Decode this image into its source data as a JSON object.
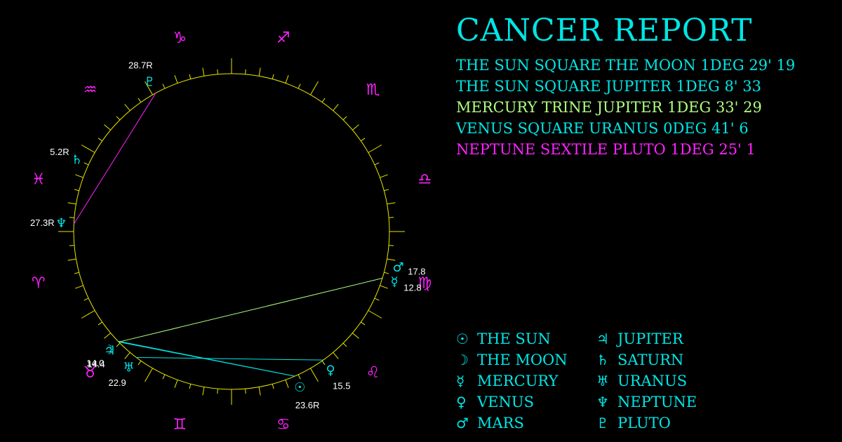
{
  "title": "CANCER REPORT",
  "colors": {
    "background": "#000000",
    "circle": "#e6e600",
    "sign_glyph": "#ff22ff",
    "planet_glyph": "#00e6e6",
    "label": "#ffffff",
    "aspect_square": "#00e6e6",
    "aspect_trine": "#b0ff80",
    "aspect_sextile": "#ff22ff"
  },
  "aspects": [
    {
      "text": "THE SUN SQUARE THE MOON 1DEG 29' 19",
      "color": "#00e6e6"
    },
    {
      "text": "THE SUN SQUARE JUPITER 1DEG 8' 33",
      "color": "#00e6e6"
    },
    {
      "text": "MERCURY TRINE JUPITER 1DEG 33' 29",
      "color": "#b0ff80"
    },
    {
      "text": "VENUS SQUARE URANUS 0DEG 41' 6",
      "color": "#00e6e6"
    },
    {
      "text": "NEPTUNE SEXTILE PLUTO 1DEG 25' 1",
      "color": "#ff22ff"
    }
  ],
  "legend_left": [
    {
      "glyph": "☉",
      "icon": "sun-icon",
      "label": "THE SUN"
    },
    {
      "glyph": "☽",
      "icon": "moon-icon",
      "label": "THE MOON"
    },
    {
      "glyph": "☿",
      "icon": "mercury-icon",
      "label": "MERCURY"
    },
    {
      "glyph": "♀",
      "icon": "venus-icon",
      "label": "VENUS"
    },
    {
      "glyph": "♂",
      "icon": "mars-icon",
      "label": "MARS"
    }
  ],
  "legend_right": [
    {
      "glyph": "♃",
      "icon": "jupiter-icon",
      "label": "JUPITER"
    },
    {
      "glyph": "♄",
      "icon": "saturn-icon",
      "label": "SATURN"
    },
    {
      "glyph": "♅",
      "icon": "uranus-icon",
      "label": "URANUS"
    },
    {
      "glyph": "♆",
      "icon": "neptune-icon",
      "label": "NEPTUNE"
    },
    {
      "glyph": "♇",
      "icon": "pluto-icon",
      "label": "PLUTO"
    }
  ],
  "wheel": {
    "signs": [
      {
        "glyph": "♈",
        "name": "aries",
        "start": 0
      },
      {
        "glyph": "♉",
        "name": "taurus",
        "start": 30
      },
      {
        "glyph": "♊",
        "name": "gemini",
        "start": 60
      },
      {
        "glyph": "♋",
        "name": "cancer",
        "start": 90
      },
      {
        "glyph": "♌",
        "name": "leo",
        "start": 120
      },
      {
        "glyph": "♍",
        "name": "virgo",
        "start": 150
      },
      {
        "glyph": "♎",
        "name": "libra",
        "start": 180
      },
      {
        "glyph": "♏",
        "name": "scorpio",
        "start": 210
      },
      {
        "glyph": "♐",
        "name": "sagittarius",
        "start": 240
      },
      {
        "glyph": "♑",
        "name": "capricorn",
        "start": 270
      },
      {
        "glyph": "♒",
        "name": "aquarius",
        "start": 300
      },
      {
        "glyph": "♓",
        "name": "pisces",
        "start": 330
      }
    ],
    "planets": [
      {
        "key": "sun",
        "glyph": "☉",
        "longitude": 113.6,
        "label": "23.6R"
      },
      {
        "key": "moon",
        "glyph": "☽",
        "longitude": 44.0,
        "label": "14.0"
      },
      {
        "key": "mercury",
        "glyph": "☿",
        "longitude": 162.8,
        "label": "12.8"
      },
      {
        "key": "venus",
        "glyph": "♀",
        "longitude": 125.5,
        "label": "15.5"
      },
      {
        "key": "mars",
        "glyph": "♂",
        "longitude": 167.8,
        "label": "17.8"
      },
      {
        "key": "jupiter",
        "glyph": "♃",
        "longitude": 44.4,
        "label": "14.4"
      },
      {
        "key": "saturn",
        "glyph": "♄",
        "longitude": 335.2,
        "label": "5.2R"
      },
      {
        "key": "uranus",
        "glyph": "♅",
        "longitude": 52.9,
        "label": "22.9"
      },
      {
        "key": "neptune",
        "glyph": "♆",
        "longitude": 357.3,
        "label": "27.3R"
      },
      {
        "key": "pluto",
        "glyph": "♇",
        "longitude": 298.7,
        "label": "28.7R"
      }
    ],
    "aspect_lines": [
      {
        "from": "sun",
        "to": "moon",
        "type": "square"
      },
      {
        "from": "sun",
        "to": "jupiter",
        "type": "square"
      },
      {
        "from": "mercury",
        "to": "jupiter",
        "type": "trine"
      },
      {
        "from": "venus",
        "to": "uranus",
        "type": "square"
      },
      {
        "from": "neptune",
        "to": "pluto",
        "type": "sextile"
      }
    ]
  }
}
